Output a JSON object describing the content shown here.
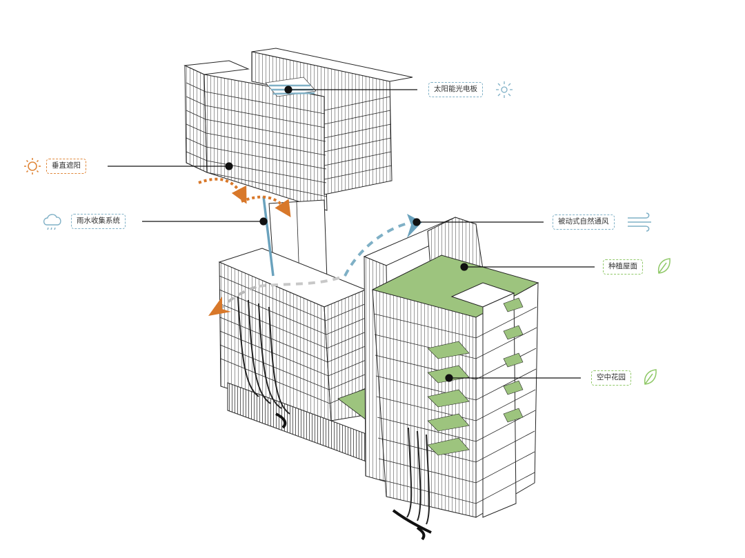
{
  "labels": {
    "solar_panel": "太阳能光电板",
    "vertical_shading": "垂直遮阳",
    "rainwater": "雨水收集系统",
    "natural_ventilation": "被动式自然通风",
    "green_roof": "种植屋面",
    "sky_garden": "空中花园"
  },
  "icons": {
    "solar_panel": "sun-outline-icon",
    "vertical_shading": "sun-icon",
    "rainwater": "rain-cloud-icon",
    "natural_ventilation": "wind-icon",
    "green_roof": "leaf-icon",
    "sky_garden": "leaf-icon"
  },
  "colors": {
    "solar_blue": "#7fb0c6",
    "shade_orange": "#e0873a",
    "rain_blue": "#6aa2bd",
    "greenery": "#9dc47e",
    "line": "#222222"
  }
}
